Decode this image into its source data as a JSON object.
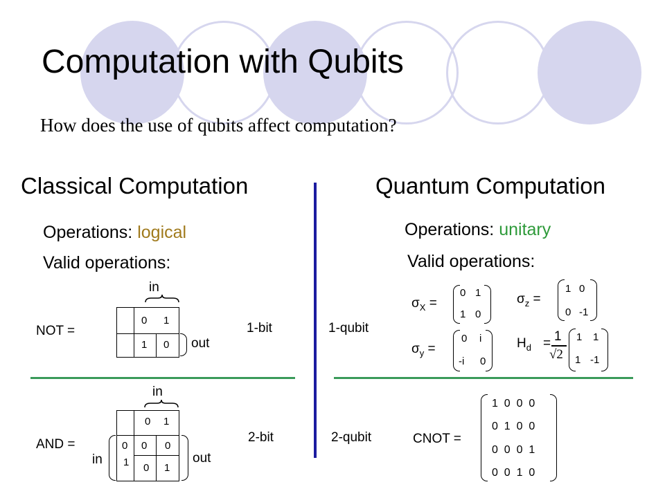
{
  "title": "Computation with Qubits",
  "subtitle": "How does the use of qubits affect computation?",
  "colors": {
    "circle": "#d6d6ee",
    "logical": "#a07a1c",
    "unitary": "#2e9a3a",
    "divider_v": "#1c1ca0",
    "divider_h": "#3a9a5a"
  },
  "classical": {
    "heading": "Classical Computation",
    "ops_label": "Operations:",
    "ops_value": "logical",
    "valid_label": "Valid operations:",
    "not": {
      "label": "NOT =",
      "in": "in",
      "out": "out",
      "header": [
        "0",
        "1"
      ],
      "row": [
        "1",
        "0"
      ],
      "bits": "1-bit"
    },
    "and": {
      "label": "AND =",
      "in_top": "in",
      "in_left": "in",
      "out": "out",
      "header": [
        "0",
        "1"
      ],
      "rows": [
        {
          "key": "0",
          "vals": [
            "0",
            "0"
          ]
        },
        {
          "key": "1",
          "vals": [
            "0",
            "1"
          ]
        }
      ],
      "bits": "2-bit"
    }
  },
  "quantum": {
    "heading": "Quantum Computation",
    "ops_label": "Operations:",
    "ops_value": "unitary",
    "valid_label": "Valid operations:",
    "one_qubit": "1-qubit",
    "two_qubit": "2-qubit",
    "sigma_x": {
      "sym": "σ",
      "sub": "X",
      "eq": "=",
      "m": [
        "0",
        "1",
        "1",
        "0"
      ]
    },
    "sigma_z": {
      "sym": "σ",
      "sub": "z",
      "eq": "=",
      "m": [
        "1",
        "0",
        "0",
        "-1"
      ]
    },
    "sigma_y": {
      "sym": "σ",
      "sub": "y",
      "eq": "=",
      "m": [
        "0",
        "i",
        "-i",
        "0"
      ]
    },
    "hadamard": {
      "sym": "H",
      "sub": "d",
      "eq": "=",
      "num": "1",
      "den": "√2",
      "m": [
        "1",
        "1",
        "1",
        "-1"
      ]
    },
    "cnot": {
      "label": "CNOT =",
      "rows": [
        "1  0  0  0",
        "0  1  0  0",
        "0  0  0  1",
        "0  0  1  0"
      ]
    }
  }
}
